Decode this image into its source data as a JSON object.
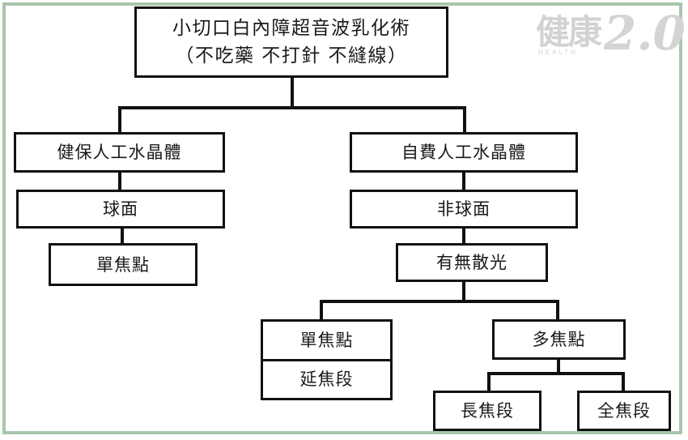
{
  "logo": {
    "chinese": "健康",
    "english": "HEALTH",
    "number": "2.0"
  },
  "colors": {
    "frame": "#a9c6ac",
    "box_border": "#111111",
    "text": "#1a1a1a",
    "logo": "#d2d2d2",
    "background": "#ffffff"
  },
  "chart_data": {
    "type": "diagram",
    "title": "小切口白內障超音波乳化術",
    "nodes": [
      {
        "id": "root",
        "label_line1": "小切口白內障超音波乳化術",
        "label_line2": "（不吃藥 不打針 不縫線）"
      },
      {
        "id": "nhi_lens",
        "label": "健保人工水晶體"
      },
      {
        "id": "self_lens",
        "label": "自費人工水晶體"
      },
      {
        "id": "spherical",
        "label": "球面"
      },
      {
        "id": "aspheric",
        "label": "非球面"
      },
      {
        "id": "mono_left",
        "label": "單焦點"
      },
      {
        "id": "astigmatism",
        "label": "有無散光"
      },
      {
        "id": "mono_right",
        "label": "單焦點"
      },
      {
        "id": "edof",
        "label": "延焦段"
      },
      {
        "id": "multifocal",
        "label": "多焦點"
      },
      {
        "id": "long_focus",
        "label": "長焦段"
      },
      {
        "id": "full_focus",
        "label": "全焦段"
      }
    ],
    "edges": [
      {
        "from": "root",
        "to": "nhi_lens"
      },
      {
        "from": "root",
        "to": "self_lens"
      },
      {
        "from": "nhi_lens",
        "to": "spherical"
      },
      {
        "from": "spherical",
        "to": "mono_left"
      },
      {
        "from": "self_lens",
        "to": "aspheric"
      },
      {
        "from": "aspheric",
        "to": "astigmatism"
      },
      {
        "from": "astigmatism",
        "to": "mono_right"
      },
      {
        "from": "astigmatism",
        "to": "multifocal"
      },
      {
        "from": "multifocal",
        "to": "long_focus"
      },
      {
        "from": "multifocal",
        "to": "full_focus"
      }
    ]
  }
}
